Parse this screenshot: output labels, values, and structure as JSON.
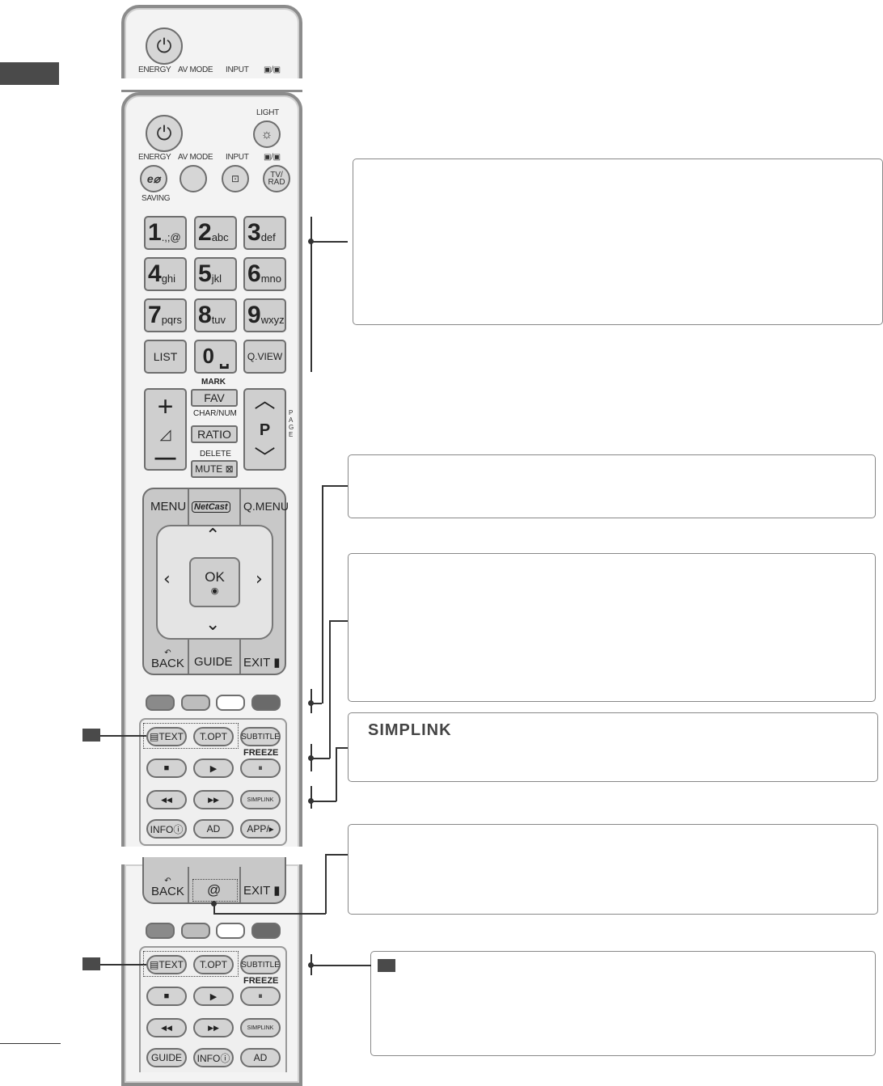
{
  "top_remote": {
    "labels": [
      "ENERGY",
      "AV MODE",
      "INPUT",
      "▣/▣"
    ]
  },
  "main_remote": {
    "light_label": "LIGHT",
    "energy_label": "ENERGY",
    "saving_label": "SAVING",
    "avmode_label": "AV MODE",
    "input_label": "INPUT",
    "tvrad_top": "▣/▣",
    "tvrad_button": "TV/ RAD",
    "energy_button": "e⌀",
    "number_keys": [
      {
        "digit": "1",
        "sub": ".,;@"
      },
      {
        "digit": "2",
        "sub": "abc"
      },
      {
        "digit": "3",
        "sub": "def"
      },
      {
        "digit": "4",
        "sub": "ghi"
      },
      {
        "digit": "5",
        "sub": "jkl"
      },
      {
        "digit": "6",
        "sub": "mno"
      },
      {
        "digit": "7",
        "sub": "pqrs"
      },
      {
        "digit": "8",
        "sub": "tuv"
      },
      {
        "digit": "9",
        "sub": "wxyz"
      }
    ],
    "list_label": "LIST",
    "zero_label": "0 ⎵",
    "qview_label": "Q.VIEW",
    "mark_label": "MARK",
    "fav_label": "FAV",
    "charnum_label": "CHAR/NUM",
    "ratio_label": "RATIO",
    "delete_label": "DELETE",
    "mute_label": "MUTE ⊠",
    "vol_plus": "+",
    "vol_minus": "—",
    "p_label": "P",
    "page_label": "PAGE",
    "menu_label": "MENU",
    "netcast_label": "NetCast",
    "qmenu_label": "Q.MENU",
    "ok_label": "OK",
    "back_label": "BACK",
    "guide_label": "GUIDE",
    "exit_label": "EXIT",
    "text_label": "▤TEXT",
    "topt_label": "T.OPT",
    "subtitle_label": "SUBTITLE",
    "freeze_label": "FREEZE",
    "stop_label": "■",
    "play_label": "▶",
    "pause_label": "⏸",
    "rew_label": "◀◀",
    "ff_label": "▶▶",
    "simplink_btn": "SIMPLINK",
    "info_label": "INFOⓘ",
    "ad_label": "AD",
    "app_label": "APP/▸"
  },
  "bottom_remote": {
    "back_label": "BACK",
    "at_label": "@",
    "exit_label": "EXIT",
    "text_label": "▤TEXT",
    "topt_label": "T.OPT",
    "subtitle_label": "SUBTITLE",
    "freeze_label": "FREEZE",
    "stop_label": "■",
    "play_label": "▶",
    "pause_label": "⏸",
    "rew_label": "◀◀",
    "ff_label": "▶▶",
    "simplink_btn": "SIMPLINK",
    "guide_label": "GUIDE",
    "info_label": "INFOⓘ",
    "ad_label": "AD"
  },
  "simplink_logo": "SIMPLINK",
  "colors": {
    "body": "#f3f3f3",
    "key": "#cfcfcf",
    "red_button": "#8a8a8a",
    "green_button": "#bdbdbd",
    "yellow_button": "#ffffff",
    "blue_button": "#6a6a6a"
  }
}
